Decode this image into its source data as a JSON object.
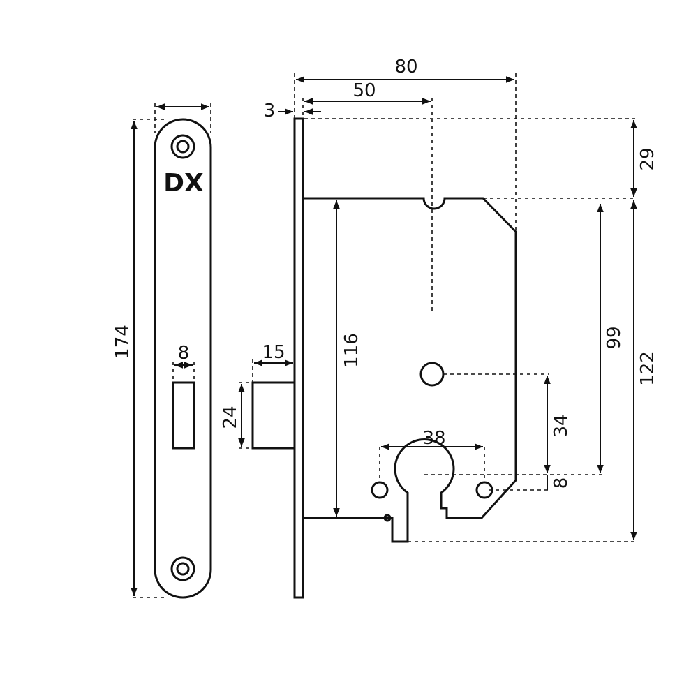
{
  "faceplate": {
    "brand": "DX",
    "height_label": "174",
    "slot_width_label": "8"
  },
  "lock_body": {
    "total_depth_label": "80",
    "backset_label": "50",
    "plate_thickness_label": "3",
    "latch_projection_label": "15",
    "latch_height_label": "24",
    "body_height_label": "116",
    "top_offset_label": "29",
    "spindle_to_bottom_label": "99",
    "overall_bottom_label": "122",
    "center_distance_label": "34",
    "screw_spacing_label": "38",
    "cylinder_offset_label": "8"
  }
}
